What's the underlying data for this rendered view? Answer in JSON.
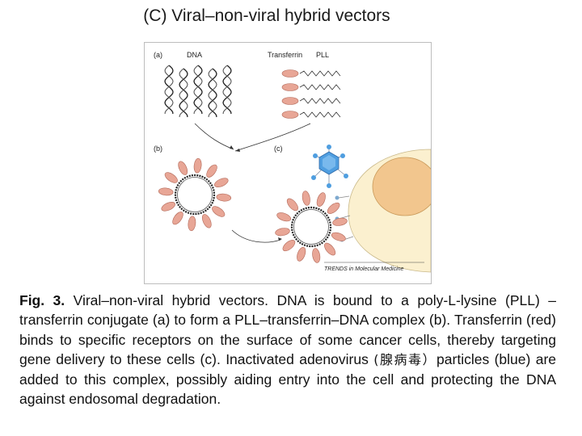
{
  "title": "(C) Viral–non-viral hybrid vectors",
  "figure": {
    "panel_a": "(a)",
    "panel_b": "(b)",
    "panel_c": "(c)",
    "label_dna": "DNA",
    "label_transferrin": "Transferrin",
    "label_pll": "PLL",
    "source": "TRENDS in Molecular Medicine"
  },
  "caption": {
    "lead": "Fig. 3.",
    "part1": " Viral–non-viral hybrid vectors. DNA is bound to a poly-L-lysine (PLL) –transferrin conjugate (a) to form a PLL–transferrin–DNA complex (b). Transferrin (red) binds to specific receptors on the surface of some cancer cells, thereby targeting gene delivery to these cells (c). Inactivated adenovirus ",
    "chinese": "(腺病毒）",
    "part2": "particles (blue) are added to this complex, possibly aiding entry into the cell and protecting the DNA against endosomal degradation."
  },
  "colors": {
    "transferrin": "#e8a696",
    "adenovirus": "#4f9ee0",
    "cell": "#fbf0cf",
    "nucleus": "#f2c68e"
  }
}
